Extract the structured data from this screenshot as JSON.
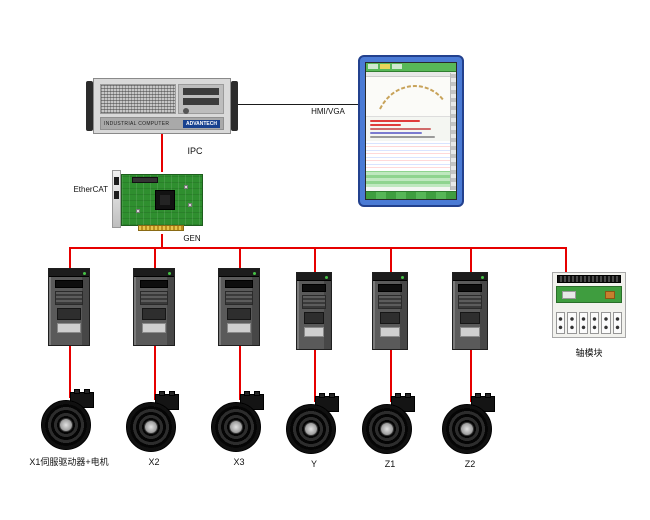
{
  "diagram": {
    "ipc": {
      "label": "IPC",
      "brand": "ADVANTECH",
      "model_text": "INDUSTRIAL COMPUTER"
    },
    "links": {
      "hmi": "HMI/VGA"
    },
    "ethercat": {
      "label": "EtherCAT",
      "card_label": "GEN"
    },
    "axis_module": {
      "label": "轴模块"
    },
    "axes": [
      {
        "label": "X1伺服驱动器+电机"
      },
      {
        "label": "X2"
      },
      {
        "label": "X3"
      },
      {
        "label": "Y"
      },
      {
        "label": "Z1"
      },
      {
        "label": "Z2"
      }
    ],
    "colors": {
      "bus_line": "#e60000",
      "signal_line": "#1a1a1a",
      "monitor_frame": "#4b7bd5",
      "pcb_green": "#2f8f2f"
    }
  }
}
